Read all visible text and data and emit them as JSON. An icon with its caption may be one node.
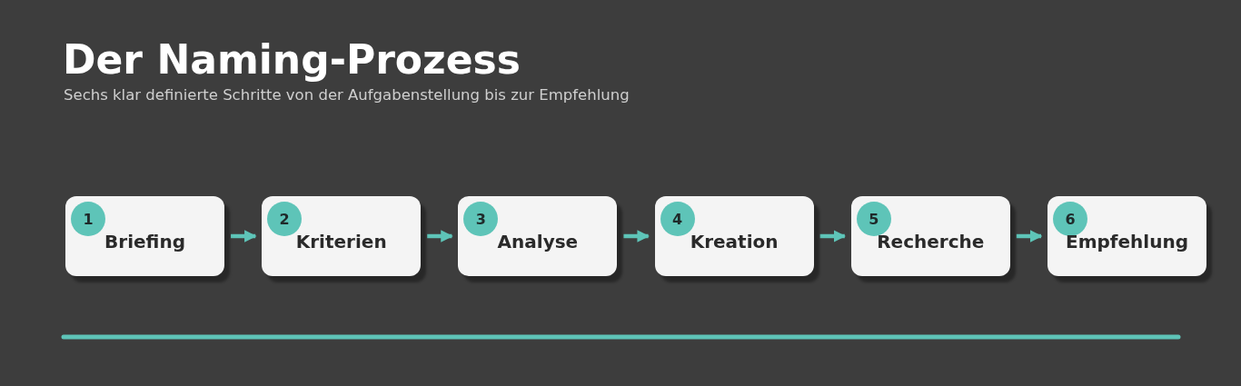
{
  "diagram": {
    "title": "Der Naming-Prozess",
    "caption": "Sechs klar definierte Schritte von der Aufgabenstellung bis zur Empfehlung",
    "nodes": [
      {
        "text": [
          "Briefing"
        ]
      },
      {
        "text": [
          "1"
        ],
        "in": 0
      },
      {
        "text": [
          "Kriterien"
        ]
      },
      {
        "text": [
          "2"
        ],
        "in": 2
      },
      {
        "text": [
          "Analyse"
        ]
      },
      {
        "text": [
          "3"
        ],
        "in": 4
      },
      {
        "text": [
          "Kreation"
        ]
      },
      {
        "text": [
          "4"
        ],
        "in": 6
      },
      {
        "text": [
          "Recherche"
        ]
      },
      {
        "text": [
          "5"
        ],
        "in": 8
      },
      {
        "text": [
          "Empfehlung"
        ]
      },
      {
        "text": [
          "6"
        ],
        "in": 10
      }
    ],
    "edges": [
      {
        "from": 0,
        "to": 2,
        "arrow": "to"
      },
      {
        "from": 2,
        "to": 4,
        "arrow": "to"
      },
      {
        "from": 4,
        "to": 6,
        "arrow": "to"
      },
      {
        "from": 6,
        "to": 8,
        "arrow": "to"
      },
      {
        "from": 8,
        "to": 10,
        "arrow": "to"
      }
    ]
  }
}
